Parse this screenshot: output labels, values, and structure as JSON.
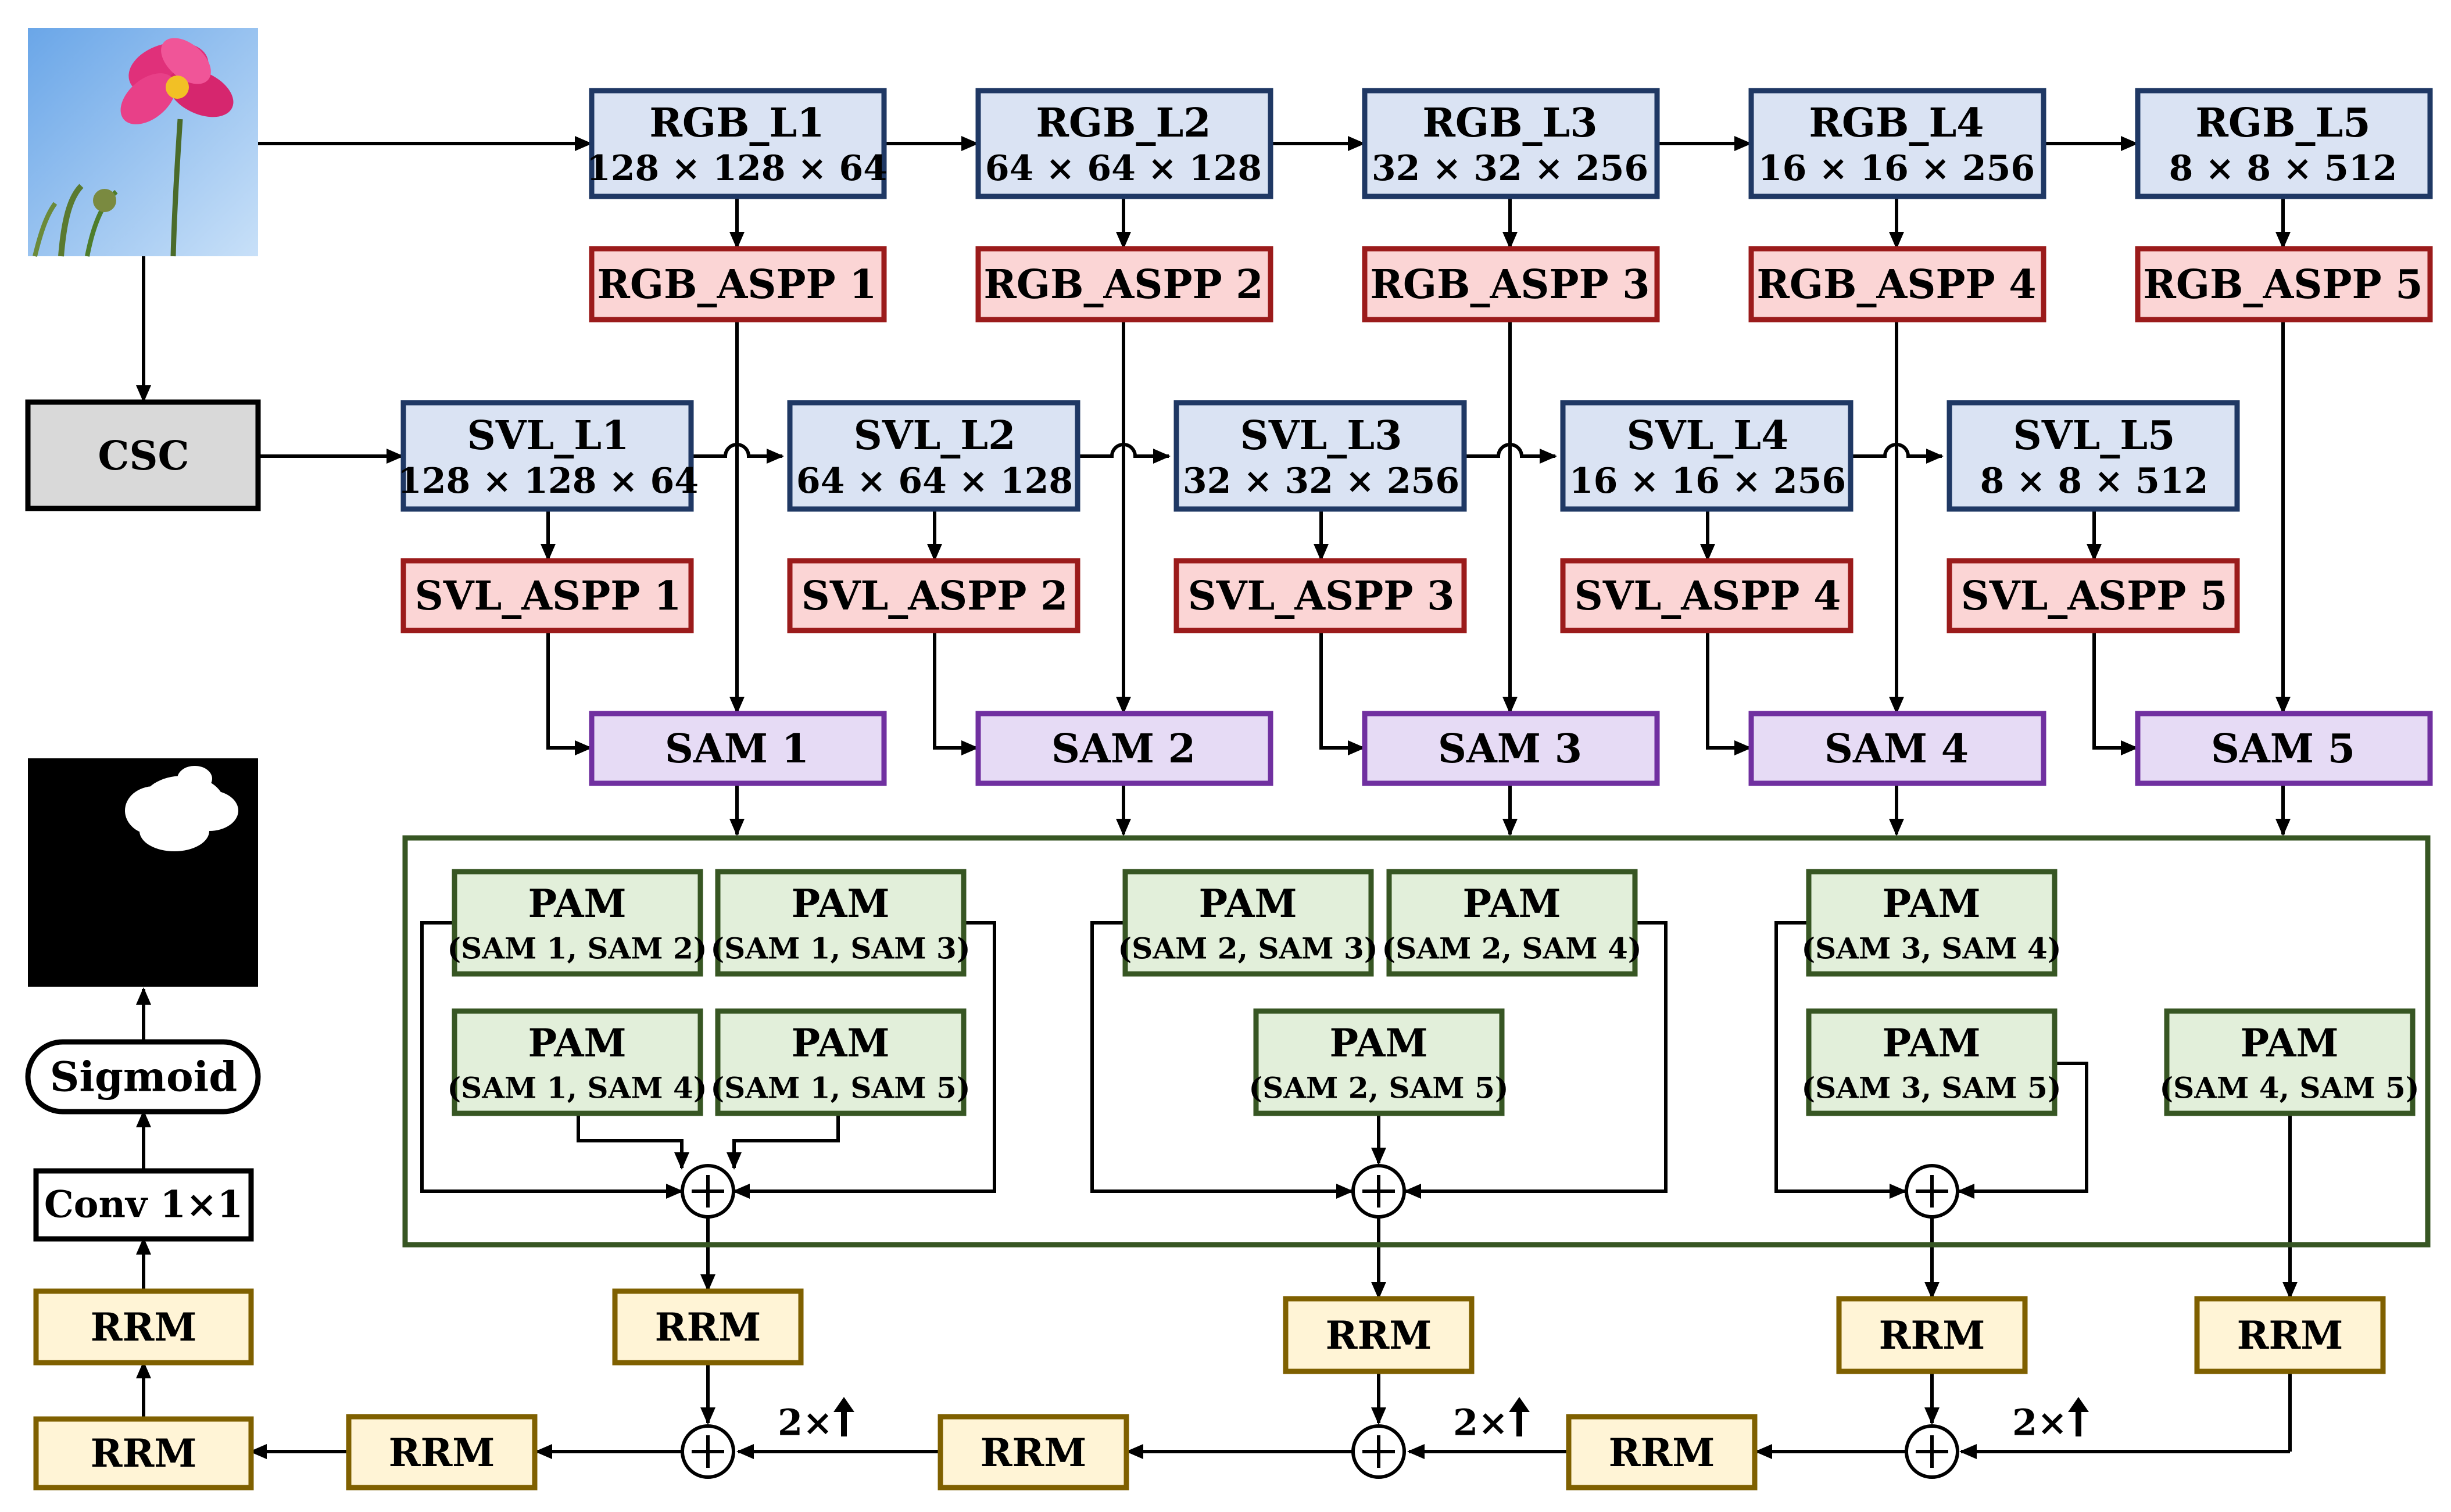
{
  "input_image": {
    "content": "pink cosmos flower against blue sky"
  },
  "output_image": {
    "content": "binary saliency mask of the flower"
  },
  "csc": "CSC",
  "rgb": [
    {
      "name": "RGB_L1",
      "size": "128 × 128 × 64",
      "aspp": "RGB_ASPP 1"
    },
    {
      "name": "RGB_L2",
      "size": "64 × 64 × 128",
      "aspp": "RGB_ASPP 2"
    },
    {
      "name": "RGB_L3",
      "size": "32 × 32 × 256",
      "aspp": "RGB_ASPP 3"
    },
    {
      "name": "RGB_L4",
      "size": "16 × 16 × 256",
      "aspp": "RGB_ASPP 4"
    },
    {
      "name": "RGB_L5",
      "size": "8 × 8 × 512",
      "aspp": "RGB_ASPP 5"
    }
  ],
  "svl": [
    {
      "name": "SVL_L1",
      "size": "128 × 128 × 64",
      "aspp": "SVL_ASPP 1"
    },
    {
      "name": "SVL_L2",
      "size": "64 × 64 × 128",
      "aspp": "SVL_ASPP 2"
    },
    {
      "name": "SVL_L3",
      "size": "32 × 32 × 256",
      "aspp": "SVL_ASPP 3"
    },
    {
      "name": "SVL_L4",
      "size": "16 × 16 × 256",
      "aspp": "SVL_ASPP 4"
    },
    {
      "name": "SVL_L5",
      "size": "8 × 8 × 512",
      "aspp": "SVL_ASPP 5"
    }
  ],
  "sam": [
    "SAM 1",
    "SAM 2",
    "SAM 3",
    "SAM 4",
    "SAM 5"
  ],
  "pam_title": "PAM",
  "pam_pairs": [
    "(SAM 1, SAM 2)",
    "(SAM 1, SAM 3)",
    "(SAM 1, SAM 4)",
    "(SAM 1, SAM 5)",
    "(SAM 2, SAM 3)",
    "(SAM 2, SAM 4)",
    "(SAM 2, SAM 5)",
    "(SAM 3, SAM 4)",
    "(SAM 3, SAM 5)",
    "(SAM 4, SAM 5)"
  ],
  "rrm": "RRM",
  "conv": "Conv 1×1",
  "sigmoid": "Sigmoid",
  "upsample": "2×",
  "colors": {
    "blue_fill": "#dae3f3",
    "blue_stroke": "#1f3864",
    "red_fill": "#fbd5d5",
    "red_stroke": "#9b1b1b",
    "purple_fill": "#e6dbf5",
    "purple_stroke": "#7030a0",
    "green_fill": "#e2efda",
    "green_stroke": "#375623",
    "gold_fill": "#fff4d6",
    "gold_stroke": "#7f6000"
  }
}
